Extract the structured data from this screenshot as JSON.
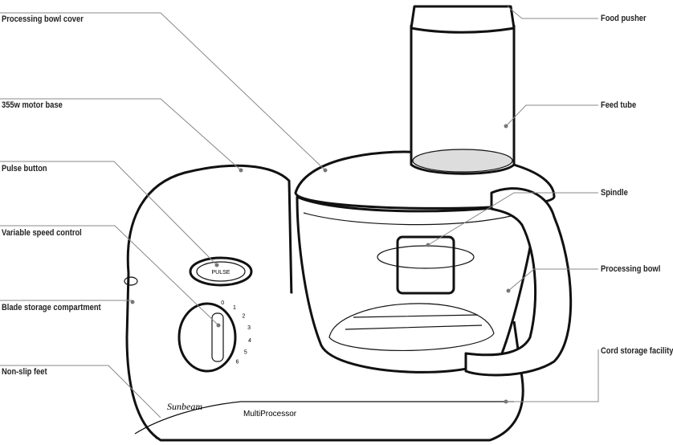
{
  "labels": {
    "processing_bowl_cover": "Processing bowl cover",
    "motor_base": "355w motor base",
    "pulse_button": "Pulse button",
    "variable_speed_control": "Variable speed control",
    "blade_storage": "Blade storage compartment",
    "non_slip_feet": "Non-slip feet",
    "food_pusher": "Food pusher",
    "feed_tube": "Feed tube",
    "spindle": "Spindle",
    "processing_bowl": "Processing bowl",
    "cord_storage": "Cord storage facility"
  },
  "appliance": {
    "pulse_text": "PULSE",
    "brand": "Sunbeam",
    "model": "MultiProcessor",
    "dial_numbers": [
      "0",
      "1",
      "2",
      "3",
      "4",
      "5",
      "6"
    ]
  }
}
